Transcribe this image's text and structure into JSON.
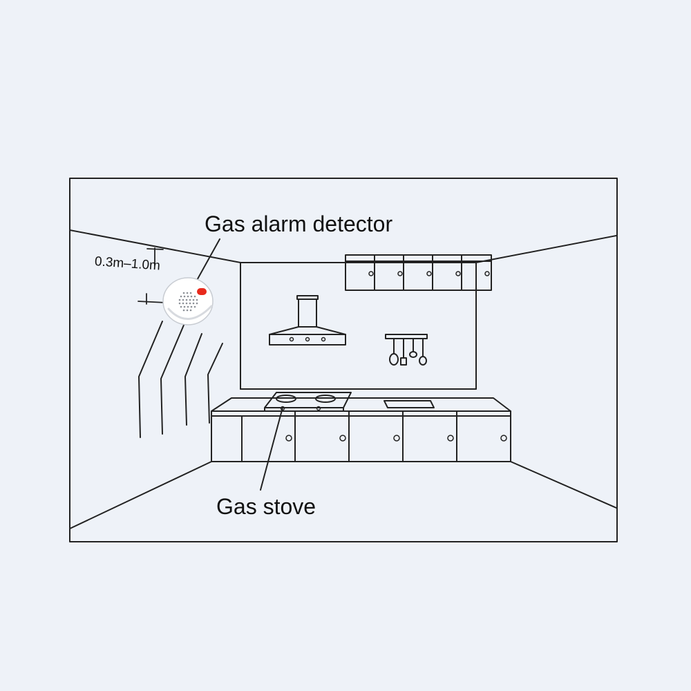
{
  "labels": {
    "gas_alarm_detector": "Gas alarm detector",
    "gas_stove": "Gas stove",
    "mount_range": "0.3m–1.0m"
  },
  "colors": {
    "background": "#eef2f8",
    "line": "#222222",
    "indicator": "#e8291c"
  },
  "icons": [
    "gas-detector-icon",
    "range-hood-icon",
    "utensil-rack-icon",
    "gas-stove-icon",
    "sink-icon"
  ]
}
